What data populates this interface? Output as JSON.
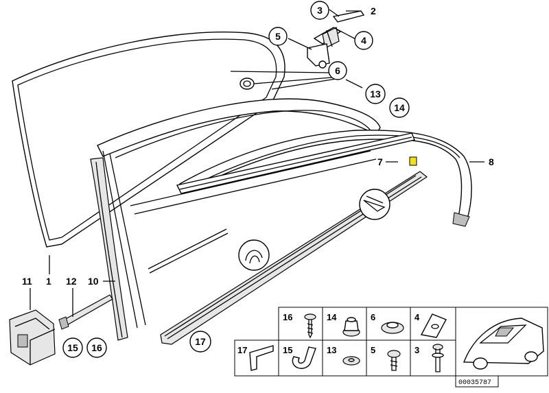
{
  "callouts": {
    "c1": "1",
    "c2": "2",
    "c3": "3",
    "c4": "4",
    "c5": "5",
    "c6": "6",
    "c7": "7",
    "c8": "8",
    "c10": "10",
    "c11": "11",
    "c12": "12",
    "c13": "13",
    "c14": "14",
    "c15": "15",
    "c16": "16",
    "c17": "17"
  },
  "parts_table": {
    "top_row": [
      "16",
      "14",
      "6",
      "4"
    ],
    "bottom_row": [
      "17",
      "15",
      "13",
      "5",
      "3"
    ]
  },
  "diagram_number": "00035787",
  "colors": {
    "highlight": "#f3e01c",
    "line": "#000000"
  }
}
